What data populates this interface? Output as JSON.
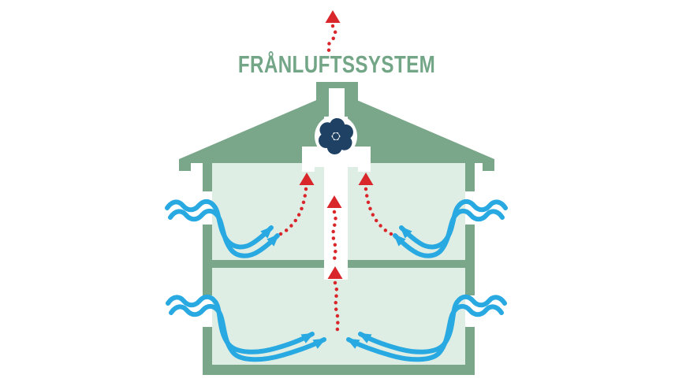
{
  "title": {
    "text": "FRÅNLUFTSSYSTEM"
  },
  "colors": {
    "background": "#FFFFFF",
    "structure_green": "#7AA68A",
    "interior_green": "#DFEEE5",
    "duct_white": "#FFFFFF",
    "fan_navy": "#1E4164",
    "exhaust_red": "#D9262B",
    "supply_blue": "#29A9E1",
    "title_green": "#73A587"
  },
  "diagram": {
    "kind": "exhaust-air-ventilation-system-house-cross-section",
    "floors": 2,
    "fan_blade_count": 6,
    "exhaust_arrow_count": 5,
    "supply_arrow_count": 4,
    "exhaust_flow_style": "red dotted trails with solid triangle heads",
    "supply_flow_style": "blue double wavy arrows entering through wall openings"
  }
}
